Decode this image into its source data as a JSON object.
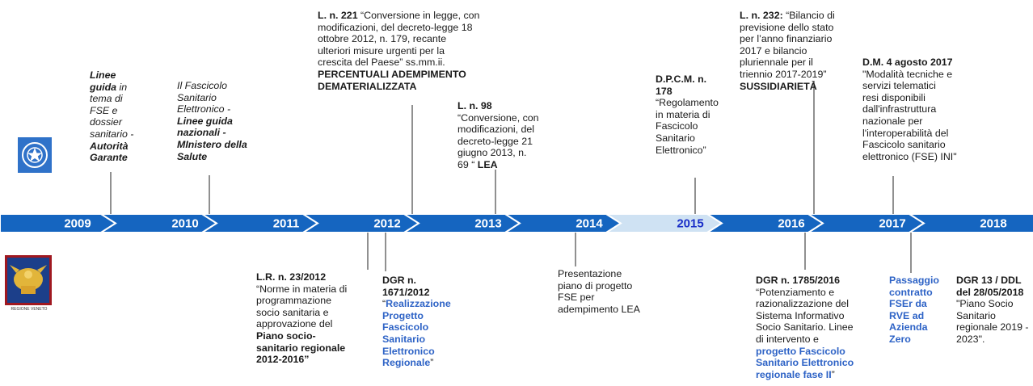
{
  "timeline": {
    "years": [
      {
        "label": "2009",
        "highlight": false
      },
      {
        "label": "2010",
        "highlight": false
      },
      {
        "label": "2011",
        "highlight": false
      },
      {
        "label": "2012",
        "highlight": false
      },
      {
        "label": "2013",
        "highlight": false
      },
      {
        "label": "2014",
        "highlight": false
      },
      {
        "label": "2015",
        "highlight": true
      },
      {
        "label": "2016",
        "highlight": false
      },
      {
        "label": "2017",
        "highlight": false
      },
      {
        "label": "2018",
        "highlight": false
      }
    ],
    "colors": {
      "band": "#1565c0",
      "highlight_band": "#cfe2f3",
      "highlight_text": "#1a2fc8",
      "connector": "#555555",
      "link_text": "#2e63c6"
    }
  },
  "logos": {
    "national_emblem": "italian-republic-emblem-icon",
    "regional": "veneto-lion-logo-icon",
    "regional_caption": "REGIONE VENETO"
  },
  "national_events": {
    "e1_l1": "Linee",
    "e1_l2": "guida",
    "e1_l2b": " in",
    "e1_l3": "tema di",
    "e1_l4": "FSE e",
    "e1_l5": "dossier",
    "e1_l6": "sanitario -",
    "e1_l7": "Autorità",
    "e1_l8": "Garante",
    "e2_l1": "Il Fascicolo",
    "e2_l2": "Sanitario",
    "e2_l3": "Elettronico -",
    "e2_l4": "Linee guida",
    "e2_l5": "nazionali -",
    "e2_l6": "MInistero della",
    "e2_l7": "Salute",
    "e3_ref": "L. n. 221",
    "e3_l1": " “Conversione in legge, con",
    "e3_l2": "modificazioni, del decreto-legge 18",
    "e3_l3": "ottobre 2012, n. 179, recante",
    "e3_l4": "ulteriori misure urgenti per la",
    "e3_l5": "crescita del Paese” ss.mm.ii.",
    "e3_l6": "PERCENTUALI ADEMPIMENTO",
    "e3_l7": "DEMATERIALIZZATA",
    "e4_ref": "L. n. 98",
    "e4_l1": "“Conversione, con",
    "e4_l2": "modificazioni, del",
    "e4_l3": "decreto-legge 21",
    "e4_l4": "giugno 2013, n.",
    "e4_l5": "69 “ ",
    "e4_l5b": "LEA",
    "e5_ref1": "D.P.C.M. n.",
    "e5_ref2": "178",
    "e5_l1": "“Regolamento",
    "e5_l2": "in materia di",
    "e5_l3": "Fascicolo",
    "e5_l4": "Sanitario",
    "e5_l5": "Elettronico”",
    "e6_ref": "L. n. 232:",
    "e6_l1": " “Bilancio di",
    "e6_l2": "previsione dello stato",
    "e6_l3": "per l’anno finanziario",
    "e6_l4": "2017 e bilancio",
    "e6_l5": "pluriennale per il",
    "e6_l6": "triennio 2017-2019”",
    "e6_l7": "SUSSIDIARIETÀ",
    "e7_ref": "D.M. 4 agosto 2017",
    "e7_l1": "\"Modalità tecniche e",
    "e7_l2": "servizi telematici",
    "e7_l3": "resi disponibili",
    "e7_l4": "dall'infrastruttura",
    "e7_l5": "nazionale per",
    "e7_l6": "l'interoperabilità del",
    "e7_l7": "Fascicolo sanitario",
    "e7_l8": "elettronico (FSE) INI\""
  },
  "regional_events": {
    "r1_ref": "L.R. n. 23/2012",
    "r1_l1": "“Norme in materia di",
    "r1_l2": "programmazione",
    "r1_l3": "socio sanitaria e",
    "r1_l4": "approvazione del",
    "r1_l5": "Piano socio-",
    "r1_l6": "sanitario regionale",
    "r1_l7": "2012-2016”",
    "r2_ref1": "DGR n.",
    "r2_ref2": "1671/2012",
    "r2_l1": "“",
    "r2_l1b": "Realizzazione",
    "r2_l2": "Progetto",
    "r2_l3": "Fascicolo",
    "r2_l4": "Sanitario",
    "r2_l5": "Elettronico",
    "r2_l6": "Regionale",
    "r2_l6b": "”",
    "r3_l1": "Presentazione",
    "r3_l2": "piano di progetto",
    "r3_l3": "FSE per",
    "r3_l4": "adempimento LEA",
    "r4_ref": "DGR n. 1785/2016",
    "r4_l1": "“Potenziamento e",
    "r4_l2": "razionalizzazione del",
    "r4_l3": "Sistema Informativo",
    "r4_l4": "Socio Sanitario. Linee",
    "r4_l5": "di intervento e",
    "r4_l6": "progetto Fascicolo",
    "r4_l7": "Sanitario Elettronico",
    "r4_l8": "regionale fase II",
    "r4_l8b": "”",
    "r5_l1": "Passaggio",
    "r5_l2": "contratto",
    "r5_l3": "FSEr da",
    "r5_l4": "RVE ad",
    "r5_l5": "Azienda",
    "r5_l6": "Zero",
    "r6_ref1": "DGR 13 / DDL",
    "r6_ref2": "del 28/05/2018",
    "r6_l1": "\"Piano Socio",
    "r6_l2": "Sanitario",
    "r6_l3": "regionale 2019 -",
    "r6_l4": "2023\"."
  }
}
